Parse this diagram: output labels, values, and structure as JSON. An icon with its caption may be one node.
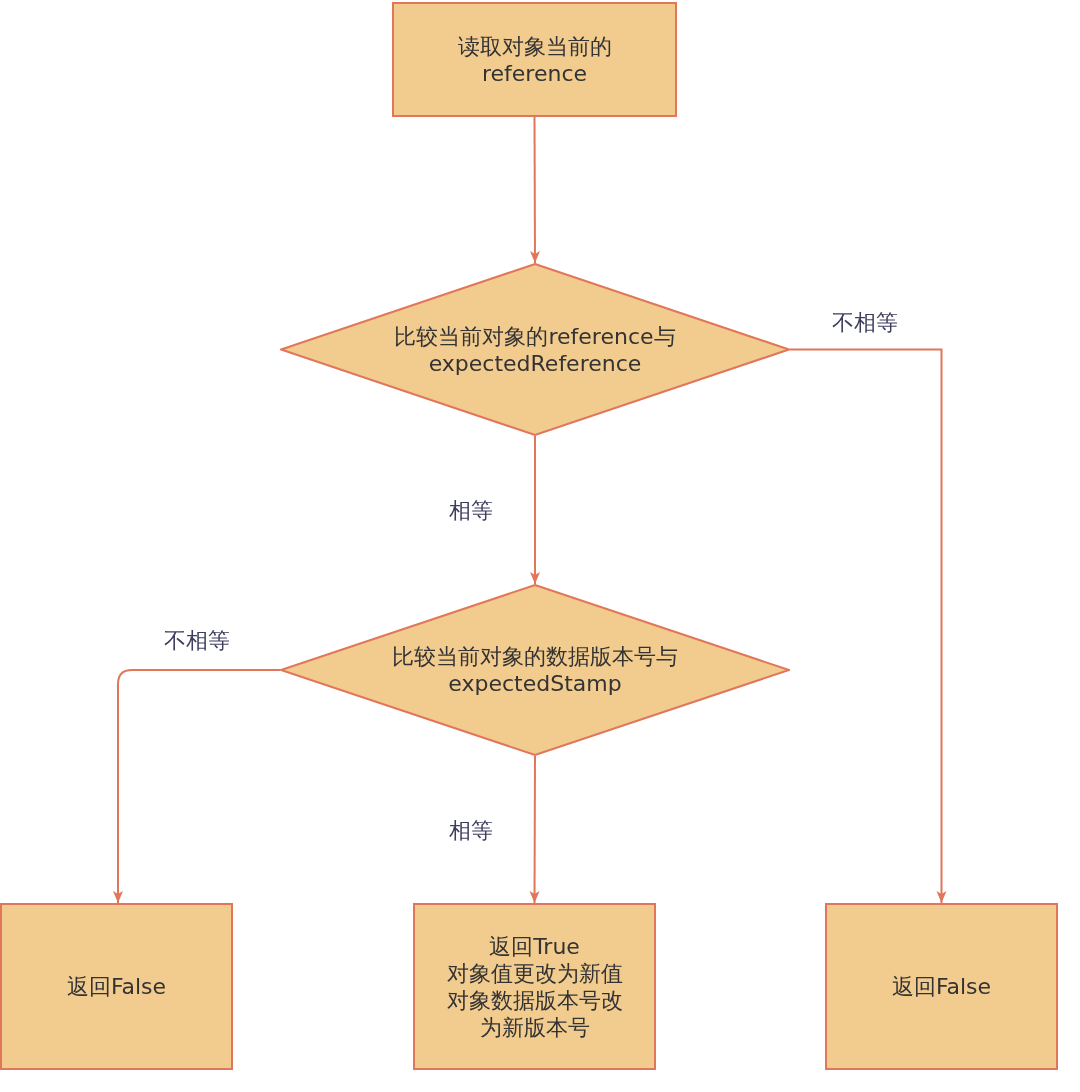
{
  "diagram": {
    "nodes": [
      {
        "text": [
          "读取对象当前的reference"
        ]
      },
      {
        "text": [
          "比较当前对象的reference与expectedReference"
        ]
      },
      {
        "text": [
          "比较当前对象的数据版本号与expectedStamp"
        ]
      },
      {
        "text": [
          "返回False"
        ]
      },
      {
        "text": [
          "返回True",
          "对象值更改为新值",
          "对象数据版本号改为新版本号"
        ]
      },
      {
        "text": [
          "返回False"
        ]
      }
    ],
    "edges": [
      {
        "from": 0,
        "to": 1,
        "arrow": "to"
      },
      {
        "from": 1,
        "to": 5,
        "arrow": "to",
        "label": "不相等"
      },
      {
        "from": 1,
        "to": 2,
        "arrow": "to",
        "label": "相等"
      },
      {
        "from": 2,
        "to": 3,
        "arrow": "to",
        "label": "不相等"
      },
      {
        "from": 2,
        "to": 4,
        "arrow": "to",
        "label": "相等"
      }
    ]
  }
}
